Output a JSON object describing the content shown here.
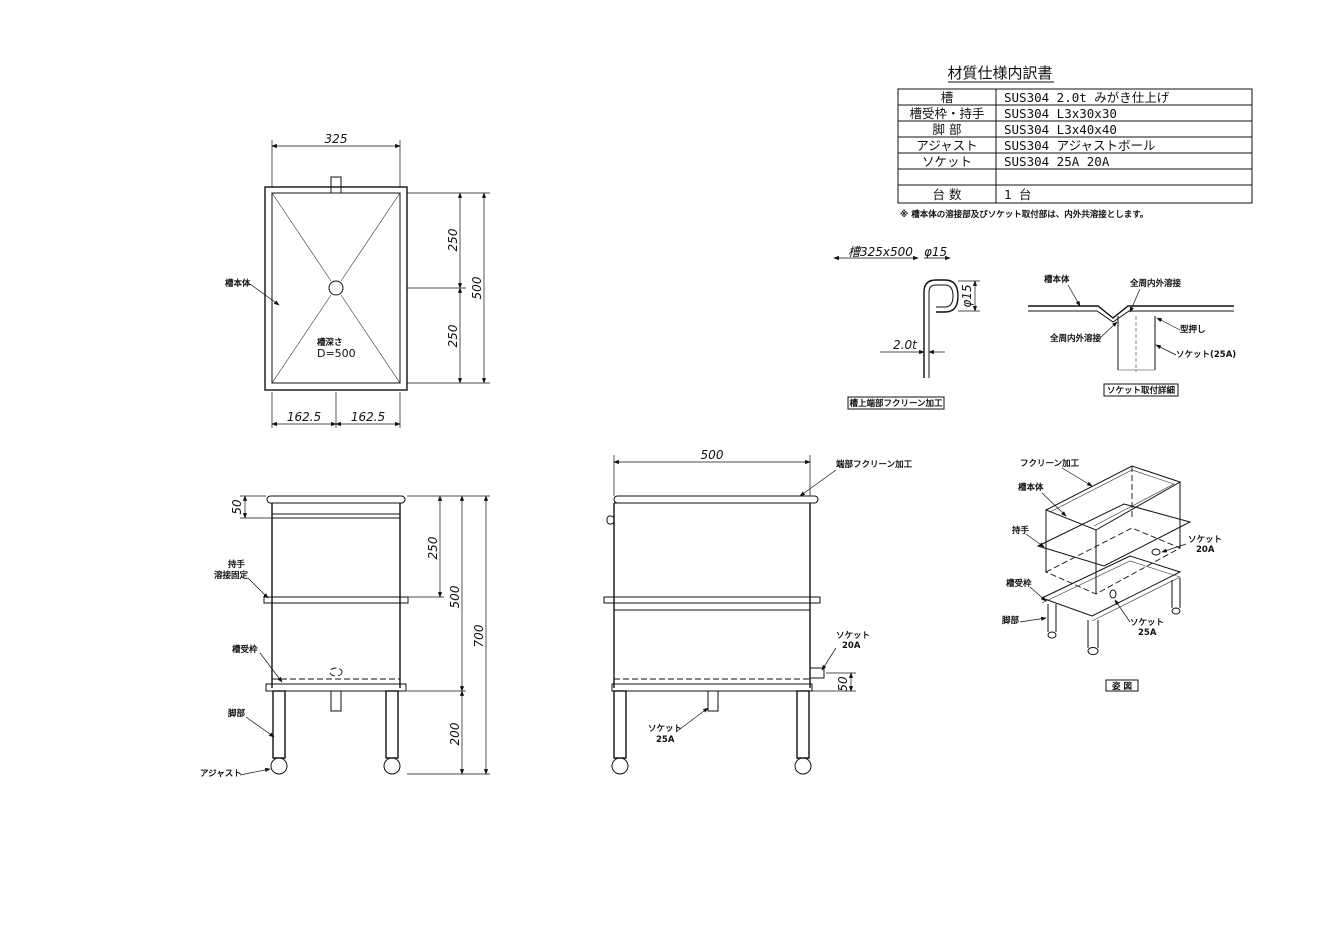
{
  "spec_table": {
    "title": "材質仕様内訳書",
    "rows": [
      {
        "part": "槽",
        "spec": "SUS304 2.0t みがき仕上げ"
      },
      {
        "part": "槽受枠・持手",
        "spec": "SUS304 L3x30x30"
      },
      {
        "part": "脚 部",
        "spec": "SUS304 L3x40x40"
      },
      {
        "part": "アジャスト",
        "spec": "SUS304 アジャストボール"
      },
      {
        "part": "ソケット",
        "spec": "SUS304 25A 20A"
      },
      {
        "part": "",
        "spec": ""
      },
      {
        "part": "台 数",
        "spec": "1 台"
      }
    ],
    "note": "※ 槽本体の溶接部及びソケット取付部は、内外共溶接とします。"
  },
  "plan_view": {
    "dim_width": "325",
    "dim_half_left": "162.5",
    "dim_half_right": "162.5",
    "dim_upper": "250",
    "dim_lower": "250",
    "dim_total": "500",
    "label_body": "槽本体",
    "depth_line1": "槽深さ",
    "depth_line2": "D=500"
  },
  "front_view": {
    "dim_rim": "50",
    "dim_upper": "250",
    "dim_tank": "500",
    "dim_legs": "200",
    "dim_total": "700",
    "label_handle_1": "持手",
    "label_handle_2": "溶接固定",
    "label_frame": "槽受枠",
    "label_legs": "脚部",
    "label_adjust": "アジャスト"
  },
  "side_view": {
    "dim_width": "500",
    "label_rim": "端部フクリーン加工",
    "label_socket_20_1": "ソケット",
    "label_socket_20_2": "20A",
    "label_socket_25_1": "ソケット",
    "label_socket_25_2": "25A",
    "dim_socket": "50"
  },
  "rim_detail": {
    "dim_tank": "槽325x500",
    "dim_phi_top": "φ15",
    "dim_phi_side": "φ15",
    "dim_thickness": "2.0t",
    "caption": "槽上端部フクリーン加工"
  },
  "socket_detail": {
    "label_body": "槽本体",
    "label_weld_top": "全周内外溶接",
    "label_weld_left": "全周内外溶接",
    "label_press": "型押し",
    "label_socket": "ソケット(25A)",
    "caption": "ソケット取付詳細"
  },
  "iso_view": {
    "label_rim": "フクリーン加工",
    "label_body": "槽本体",
    "label_handle": "持手",
    "label_frame": "槽受枠",
    "label_legs": "脚部",
    "label_socket20_1": "ソケット",
    "label_socket20_2": "20A",
    "label_socket25_1": "ソケット",
    "label_socket25_2": "25A",
    "caption": "姿 図"
  }
}
